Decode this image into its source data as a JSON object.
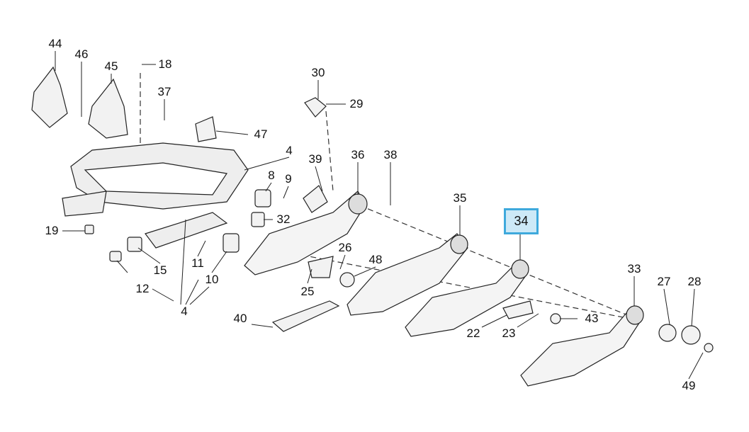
{
  "diagram": {
    "highlighted_part": "34",
    "highlight_color": "#3ea9dc",
    "highlight_fill": "#cde9f7",
    "labels": [
      "44",
      "46",
      "45",
      "18",
      "37",
      "30",
      "29",
      "47",
      "4",
      "39",
      "36",
      "38",
      "8",
      "9",
      "35",
      "32",
      "19",
      "26",
      "48",
      "11",
      "15",
      "10",
      "12",
      "4",
      "25",
      "40",
      "22",
      "23",
      "43",
      "33",
      "27",
      "28",
      "49"
    ]
  }
}
